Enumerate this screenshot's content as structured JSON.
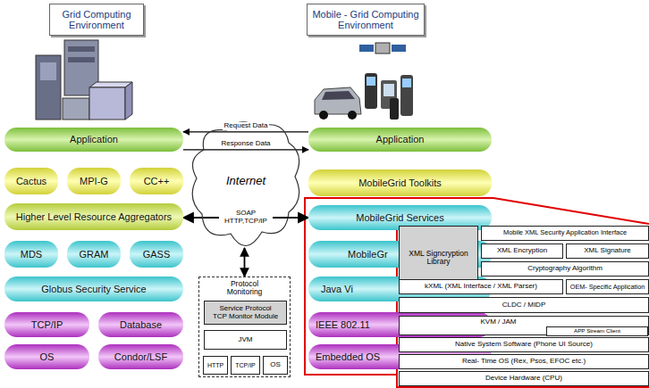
{
  "diagram": {
    "nodes": [
      {
        "text": [
          "Grid Computing Environment"
        ]
      },
      {
        "text": [
          "Mobile - Grid Computing Environment"
        ]
      },
      {
        "text": [
          "Application"
        ]
      },
      {
        "text": [
          "Cactus"
        ]
      },
      {
        "text": [
          "MPI-G"
        ]
      },
      {
        "text": [
          "CC++"
        ]
      },
      {
        "text": [
          "Higher Level Resource Aggregators"
        ]
      },
      {
        "text": [
          "MDS"
        ]
      },
      {
        "text": [
          "GRAM"
        ]
      },
      {
        "text": [
          "GASS"
        ]
      },
      {
        "text": [
          "Globus Security Service"
        ]
      },
      {
        "text": [
          "TCP/IP"
        ]
      },
      {
        "text": [
          "Database"
        ]
      },
      {
        "text": [
          "OS"
        ]
      },
      {
        "text": [
          "Condor/LSF"
        ]
      },
      {
        "text": [
          "Internet"
        ]
      },
      {
        "text": [
          "Protocol Monitoring"
        ]
      },
      {
        "text": [
          "Service Protocol TCP Monitor Module"
        ],
        "in": 16
      },
      {
        "text": [
          "JVM"
        ],
        "in": 16
      },
      {
        "text": [
          "HTTP"
        ],
        "in": 16
      },
      {
        "text": [
          "TCP/IP"
        ],
        "in": 16
      },
      {
        "text": [
          "OS"
        ],
        "in": 16
      },
      {
        "text": [
          "Application"
        ]
      },
      {
        "text": [
          "MobileGrid Toolkits"
        ]
      },
      {
        "text": [
          "MobileGrid Services"
        ]
      },
      {
        "text": [
          "MobileGr"
        ]
      },
      {
        "text": [
          "Java Vi"
        ]
      },
      {
        "text": [
          "IEEE 802.11"
        ]
      },
      {
        "text": [
          "Embedded OS"
        ]
      },
      {
        "text": [
          "XML Signcryption Library"
        ]
      },
      {
        "text": [
          "Mobile XML Security Application Interface"
        ]
      },
      {
        "text": [
          "XML Encryption"
        ]
      },
      {
        "text": [
          "XML Signature"
        ]
      },
      {
        "text": [
          "Cryptography Algorithm"
        ]
      },
      {
        "text": [
          "kXML (XML Interface / XML Parser)"
        ]
      },
      {
        "text": [
          "OEM- Specific Application"
        ]
      },
      {
        "text": [
          "CLDC / MIDP"
        ]
      },
      {
        "text": [
          "KVM / JAM"
        ]
      },
      {
        "text": [
          "APP Stream Client"
        ],
        "in": 37
      },
      {
        "text": [
          "Native System Software (Phone UI Source)"
        ]
      },
      {
        "text": [
          "Real- Time OS (Rex, Psos, EFOC etc.)"
        ]
      },
      {
        "text": [
          "Device Hardware (CPU)"
        ]
      }
    ],
    "edges": [
      {
        "from": 22,
        "to": 2,
        "arrow": "to",
        "label": "Request Data"
      },
      {
        "from": 2,
        "to": 22,
        "arrow": "to",
        "label": "Response Data"
      },
      {
        "from": 6,
        "to": 24,
        "arrow": "both",
        "label": "SOAP HTTP,TCP/IP"
      },
      {
        "from": 15,
        "to": 16,
        "arrow": "both"
      }
    ]
  }
}
